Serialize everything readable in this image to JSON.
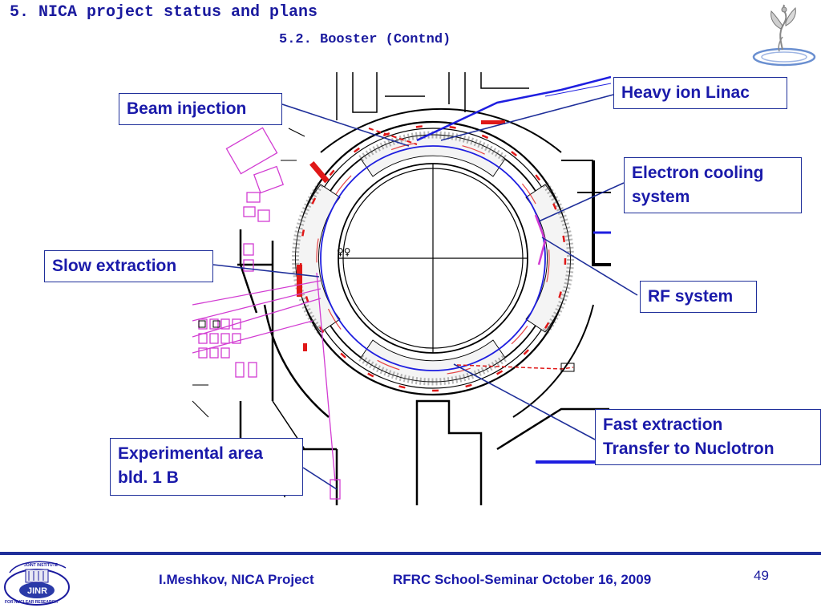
{
  "slide": {
    "title": "5. NICA project status and plans",
    "subtitle": "5.2. Booster (Contnd)",
    "page_number": "49"
  },
  "callouts": {
    "beam_injection": "Beam injection",
    "heavy_ion_linac": "Heavy ion Linac",
    "electron_cooling_line1": "Electron cooling",
    "electron_cooling_line2": "system",
    "slow_extraction": "Slow extraction",
    "rf_system": "RF system",
    "fast_extraction_line1": "Fast extraction",
    "fast_extraction_line2": "Transfer to Nuclotron",
    "experimental_area_line1": "Experimental area",
    "experimental_area_line2": "bld. 1 B"
  },
  "footer": {
    "author": "I.Meshkov, NICA Project",
    "event": "RFRC School-Seminar October 16, 2009"
  },
  "logos": {
    "nica_top_icon": "nica-logo-icon",
    "jinr_text": "JINR",
    "jinr_top_caption": "JOINT INSTITUTE",
    "jinr_bottom_caption": "FOR NUCLEAR RESEARCH"
  },
  "colors": {
    "accent_blue": "#1a1aaa",
    "drawing_red": "#e01818",
    "drawing_magenta": "#d23cd2",
    "drawing_blue": "#1e1ee0"
  }
}
